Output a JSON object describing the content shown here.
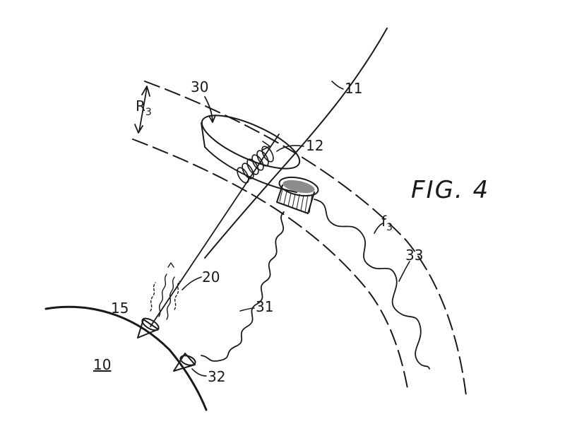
{
  "figure": {
    "title": "FIG. 4",
    "labels": {
      "body": "10",
      "orbit_path": "11",
      "coil": "12",
      "emitter": "15",
      "emission": "20",
      "satellite": "30",
      "wave": "31",
      "receiver": "32",
      "shell": "33",
      "radius_main": "R",
      "radius_sub": "3",
      "freq_main": "f",
      "freq_sub": "3"
    }
  }
}
